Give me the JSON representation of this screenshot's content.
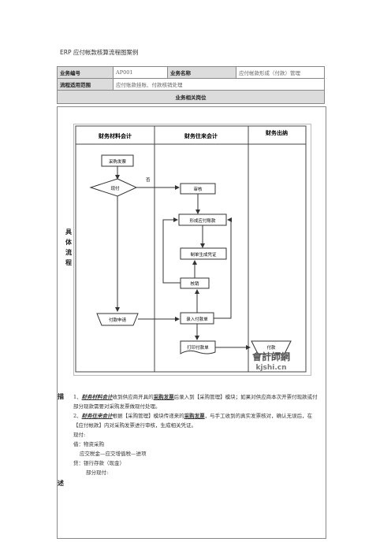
{
  "doc": {
    "title": "ERP 应付帐款核算流程图案例"
  },
  "info_table": {
    "biz_no_label": "业务编号",
    "biz_no_value": "AP001",
    "biz_name_label": "业务名称",
    "biz_name_value": "应付帐款形成（付款）管理",
    "scope_label": "流程适用范围",
    "scope_value": "应付账款挂账、付款核销处理",
    "positions_label": "业务相关岗位"
  },
  "flow": {
    "side_label": [
      "具",
      "体",
      "流",
      "程"
    ],
    "lanes": [
      "财务材料会计",
      "财务往来会计",
      "财务出纳"
    ],
    "nodes": {
      "purchase_invoice": "采购发票",
      "cash_purchase": "现付",
      "no_label": "否",
      "review": "审核",
      "form_payable": "形成应付账款",
      "make_voucher": "制单生成凭证",
      "verify": "核销",
      "payment_request": "付款申请",
      "enter_payment": "录入付款单",
      "print_payment": "打印付款单",
      "payment": "付款"
    },
    "watermark": {
      "line1": "會計師網",
      "line2": "kjshi.cn"
    }
  },
  "description": {
    "side_label_top": "描",
    "side_label_bottom": "述",
    "item1_prefix": "1、",
    "item1_role": "财务材料会计",
    "item1_t1": "收到供应商开具的",
    "item1_doc": "采购发票",
    "item1_t2": "后录入到【采购管理】模块；如果对供应商本次开票付现款或付部分现款需要对采购发票做现付处理。",
    "item2_prefix": "2、",
    "item2_role": "财务往来会计",
    "item2_t1": "根据【采购管理】模块传递来的",
    "item2_doc": "采购发票",
    "item2_t2": "，与手工收到的真实发票核对，确认无误后，在【应付帐款】内对采购发票进行审核，生成相关凭证。",
    "line_cash": "现付:",
    "line_debit": "借：物资采购",
    "line_vat": "应交税金—应交增值税—进项",
    "line_credit": "贷：银行存款（现金）",
    "line_partial": "部分现付:"
  }
}
